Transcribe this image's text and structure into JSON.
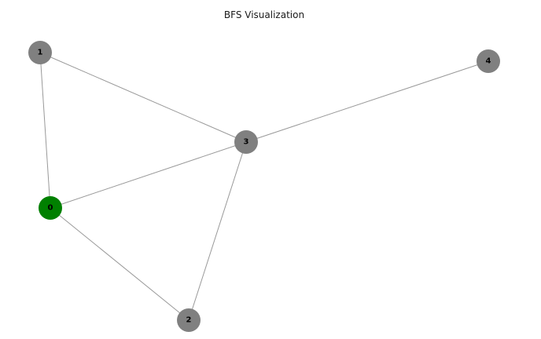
{
  "title": "BFS Visualization",
  "colors": {
    "visited": "#008000",
    "unvisited": "#808080",
    "edge": "#999999"
  },
  "graph": {
    "nodes": [
      {
        "id": "0",
        "label": "0",
        "status": "visited"
      },
      {
        "id": "1",
        "label": "1",
        "status": "unvisited"
      },
      {
        "id": "2",
        "label": "2",
        "status": "unvisited"
      },
      {
        "id": "3",
        "label": "3",
        "status": "unvisited"
      },
      {
        "id": "4",
        "label": "4",
        "status": "unvisited"
      }
    ],
    "edges": [
      {
        "from": "0",
        "to": "1"
      },
      {
        "from": "0",
        "to": "2"
      },
      {
        "from": "0",
        "to": "3"
      },
      {
        "from": "1",
        "to": "3"
      },
      {
        "from": "2",
        "to": "3"
      },
      {
        "from": "3",
        "to": "4"
      }
    ]
  }
}
